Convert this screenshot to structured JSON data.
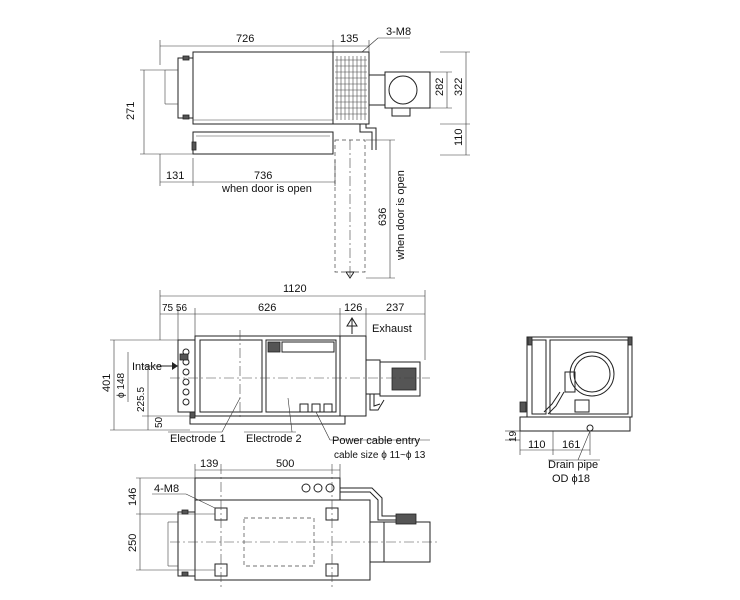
{
  "top_view": {
    "dim_726": "726",
    "dim_135": "135",
    "mount_holes": "3-M8",
    "dim_282": "282",
    "dim_322": "322",
    "dim_271": "271",
    "dim_110": "110",
    "dim_131": "131",
    "dim_736": "736",
    "door_open_horizontal": "when door is open",
    "dim_636": "636",
    "door_open_vertical": "when door is open"
  },
  "front_view": {
    "dim_1120": "1120",
    "dim_75_56": "75 56",
    "dim_626": "626",
    "dim_126": "126",
    "dim_237": "237",
    "exhaust_label": "Exhaust",
    "intake_label": "Intake",
    "dim_401": "401",
    "dia_148": "ϕ 148",
    "dim_225_5": "225.5",
    "dim_50": "50",
    "electrode_1": "Electrode 1",
    "electrode_2": "Electrode 2",
    "power_cable_entry": "Power cable entry",
    "cable_size": "cable size  ϕ 11~ϕ 13"
  },
  "side_view": {
    "dim_19": "19",
    "dim_110": "110",
    "dim_161": "161",
    "drain_pipe": "Drain pipe",
    "drain_od": "OD  ϕ18"
  },
  "bottom_view": {
    "dim_139": "139",
    "dim_500": "500",
    "mount_holes": "4-M8",
    "dim_146": "146",
    "dim_250": "250"
  }
}
